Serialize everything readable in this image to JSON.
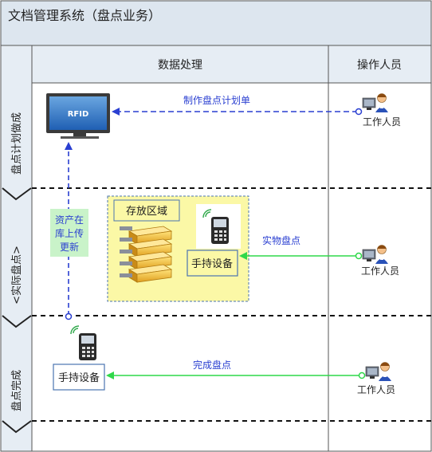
{
  "title": "文档管理系统（盘点业务）",
  "columns": {
    "data_processing": "数据处理",
    "operator": "操作人员"
  },
  "phases": {
    "plan": "盘点计划做成",
    "actual": "<实际盘点>",
    "complete": "盘点完成"
  },
  "monitor_label": "RFID",
  "storage_area_label": "存放区域",
  "handheld_label_1": "手持设备",
  "handheld_label_2": "手持设备",
  "worker_label_1": "工作人员",
  "worker_label_2": "工作人员",
  "worker_label_3": "工作人员",
  "arrow_plan_label": "制作盘点计划单",
  "arrow_count_label": "实物盘点",
  "arrow_complete_label": "完成盘点",
  "upload_note": [
    "资产在",
    "库上传",
    "更新"
  ],
  "colors": {
    "title_bg": "#dde6ef",
    "header_bg": "#e6edf4",
    "blue_line": "#2a3fd1",
    "green_line": "#2fd84a",
    "storage_bg": "#fbf8a6",
    "box_border": "#4b74b0",
    "note_bg": "#c9f3c9"
  }
}
